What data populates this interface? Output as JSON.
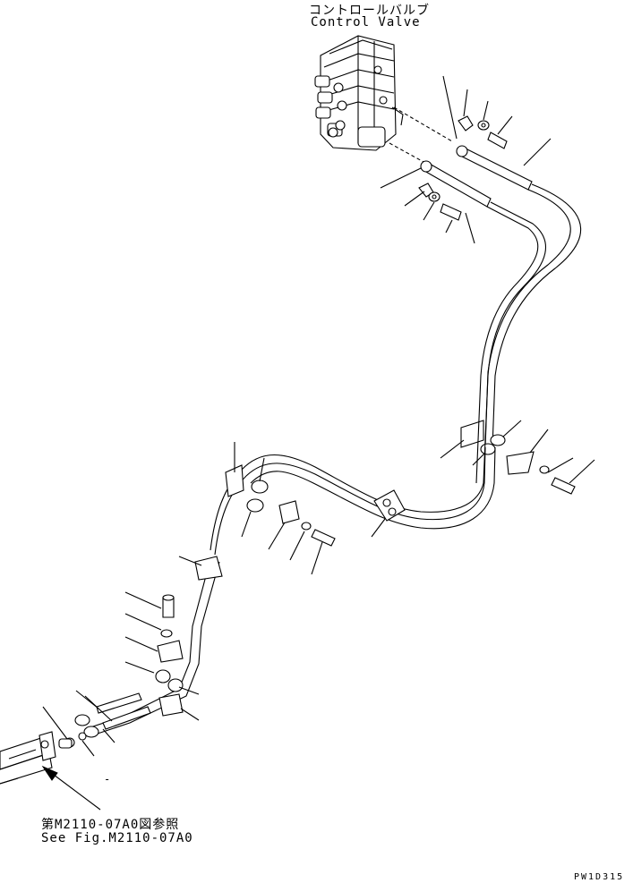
{
  "labels": {
    "control_valve_jp": "コントロールバルブ",
    "control_valve_en": "Control Valve",
    "reference_jp": "第M2110-07A0図参照",
    "reference_en": "See Fig.M2110-07A0",
    "drawing_code": "PW1D315",
    "dash": "-"
  }
}
